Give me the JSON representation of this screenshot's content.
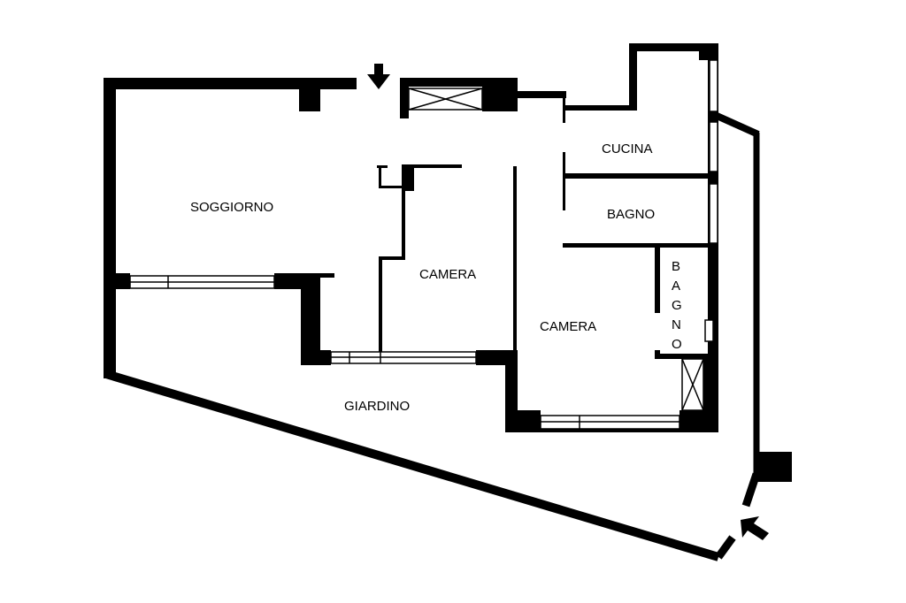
{
  "colors": {
    "wall": "#000000",
    "background": "#ffffff",
    "glass": "#ffffff"
  },
  "rooms": {
    "soggiorno": "SOGGIORNO",
    "cucina": "CUCINA",
    "bagno_1": "BAGNO",
    "camera_1": "CAMERA",
    "camera_2": "CAMERA",
    "giardino": "GIARDINO",
    "bagno_2_letters": [
      "B",
      "A",
      "G",
      "N",
      "O"
    ]
  },
  "icons": {
    "entrance_top": "arrow-down-icon",
    "entrance_garden": "arrow-up-left-icon"
  }
}
